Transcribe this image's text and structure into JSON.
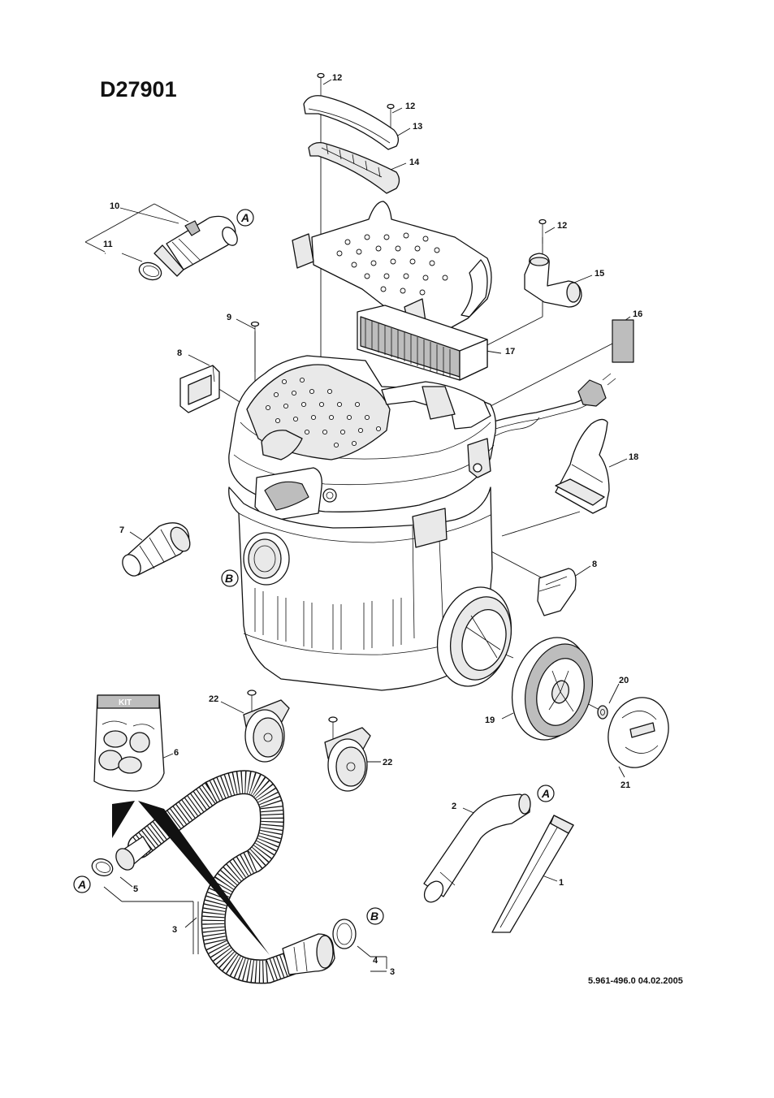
{
  "title": "D27901",
  "footer": "5.961-496.0  04.02.2005",
  "kit_label": "KIT",
  "callouts": {
    "a": "A",
    "b": "B"
  },
  "labels": {
    "p12a": "12",
    "p12b": "12",
    "p12c": "12",
    "p13": "13",
    "p14": "14",
    "p10": "10",
    "p11": "11",
    "p15": "15",
    "p16": "16",
    "p17": "17",
    "p9": "9",
    "p8a": "8",
    "p8b": "8",
    "p18": "18",
    "p7": "7",
    "p20": "20",
    "p19": "19",
    "p21": "21",
    "p22a": "22",
    "p22b": "22",
    "p6": "6",
    "p2": "2",
    "p1": "1",
    "p5": "5",
    "p3a": "3",
    "p3b": "3",
    "p4": "4"
  }
}
